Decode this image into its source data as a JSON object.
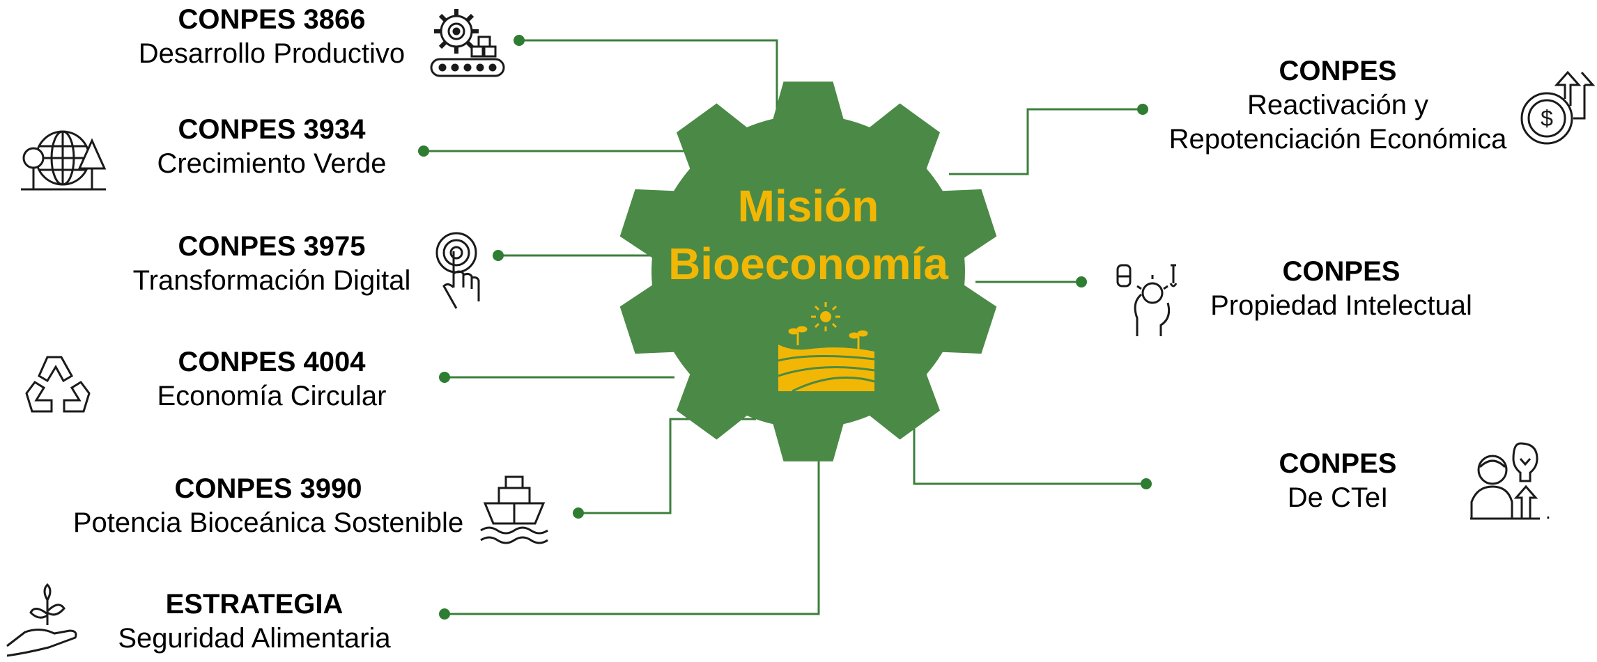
{
  "center": {
    "line1": "Misión",
    "line2": "Bioeconomía"
  },
  "colors": {
    "gear": "#4a8a46",
    "connector": "#3c7f3c",
    "title": "#f2b705",
    "icon": "#1a1a1a"
  },
  "items": [
    {
      "title": "CONPES 3866",
      "subtitle": "Desarrollo Productivo",
      "icon": "gear-conveyor-icon"
    },
    {
      "title": "CONPES 3934",
      "subtitle": "Crecimiento Verde",
      "icon": "globe-trees-icon"
    },
    {
      "title": "CONPES 3975",
      "subtitle": "Transformación Digital",
      "icon": "touch-hand-icon"
    },
    {
      "title": "CONPES 4004",
      "subtitle": "Economía Circular",
      "icon": "recycle-icon"
    },
    {
      "title": "CONPES 3990",
      "subtitle": "Potencia Bioceánica Sostenible",
      "icon": "ship-icon"
    },
    {
      "title": "ESTRATEGIA",
      "subtitle": "Seguridad Alimentaria",
      "icon": "plant-hand-icon"
    },
    {
      "title": "CONPES",
      "subtitle": "Reactivación y",
      "subtitle2": "Repotenciación Económica",
      "icon": "dollar-growth-icon"
    },
    {
      "title": "CONPES",
      "subtitle": "Propiedad Intelectual",
      "icon": "idea-head-icon"
    },
    {
      "title": "CONPES",
      "subtitle": "De CTeI",
      "icon": "person-bulb-icon",
      "mark": "."
    }
  ]
}
